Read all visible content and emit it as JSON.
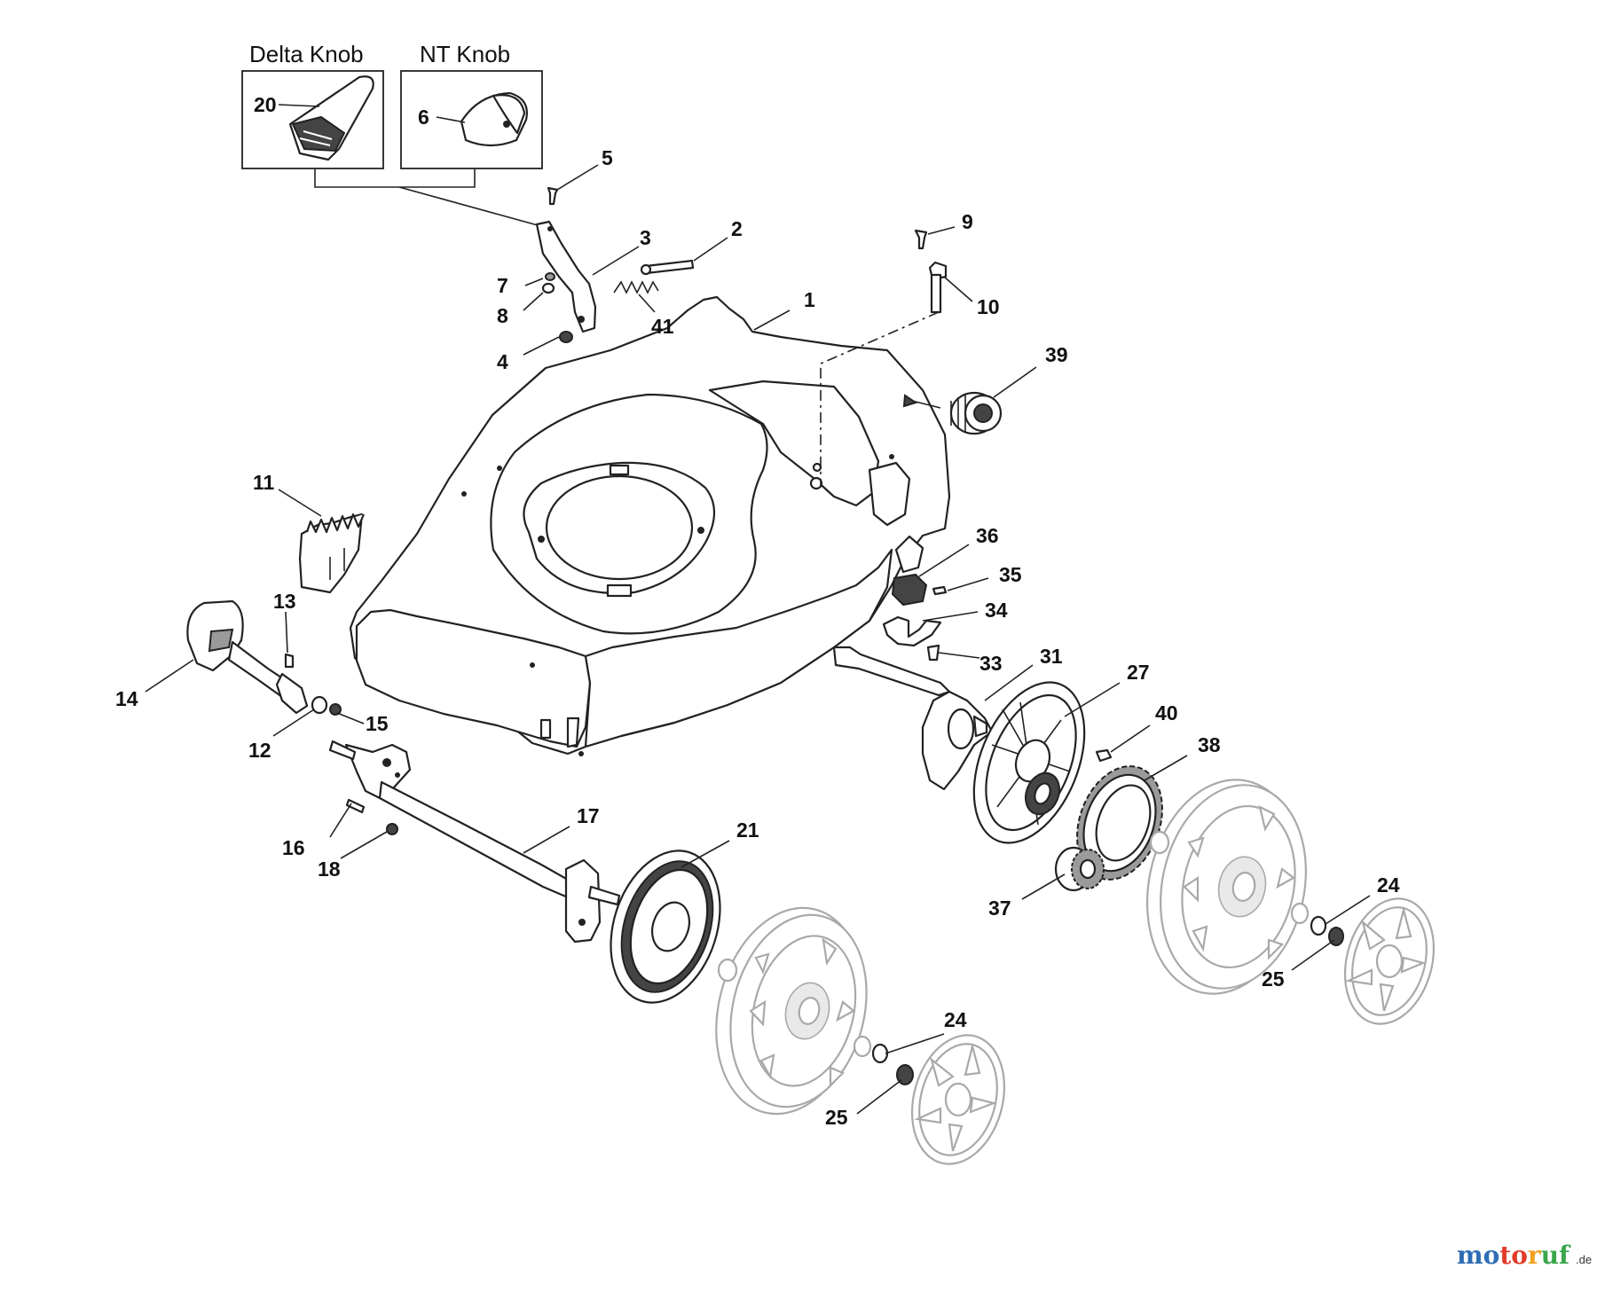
{
  "headers": {
    "delta": "Delta Knob",
    "nt": "NT Knob"
  },
  "labels": {
    "p1": "1",
    "p2": "2",
    "p3": "3",
    "p4": "4",
    "p5": "5",
    "p6": "6",
    "p7": "7",
    "p8": "8",
    "p9": "9",
    "p10": "10",
    "p11": "11",
    "p12": "12",
    "p13": "13",
    "p14": "14",
    "p15": "15",
    "p16": "16",
    "p17": "17",
    "p18": "18",
    "p20": "20",
    "p21": "21",
    "p24a": "24",
    "p24b": "24",
    "p25a": "25",
    "p25b": "25",
    "p27": "27",
    "p31": "31",
    "p33": "33",
    "p34": "34",
    "p35": "35",
    "p36": "36",
    "p37": "37",
    "p38": "38",
    "p39": "39",
    "p40": "40",
    "p41": "41"
  },
  "watermark": {
    "brand": "motoruf",
    "suffix": ".de"
  }
}
